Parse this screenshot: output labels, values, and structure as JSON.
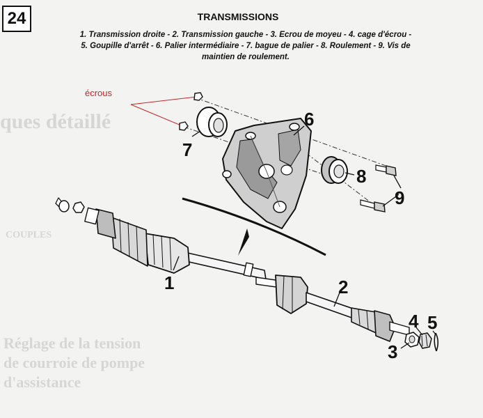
{
  "page_number": "24",
  "title": "TRANSMISSIONS",
  "caption": {
    "line1": "1. Transmission droite - 2. Transmission gauche - 3. Ecrou de moyeu - 4. cage d'écrou -",
    "line2": "5. Goupille d'arrêt - 6. Palier intermédiaire - 7. bague de palier - 8. Roulement - 9. Vis de",
    "line3": "maintien de roulement."
  },
  "annotation": {
    "text": "écrous",
    "color": "#c8262b"
  },
  "callouts": {
    "c1": "1",
    "c2": "2",
    "c3": "3",
    "c4": "4",
    "c5": "5",
    "c6": "6",
    "c7": "7",
    "c8": "8",
    "c9": "9"
  },
  "colors": {
    "ink": "#111111",
    "paper": "#f3f3f1",
    "annotation": "#c8262b"
  }
}
